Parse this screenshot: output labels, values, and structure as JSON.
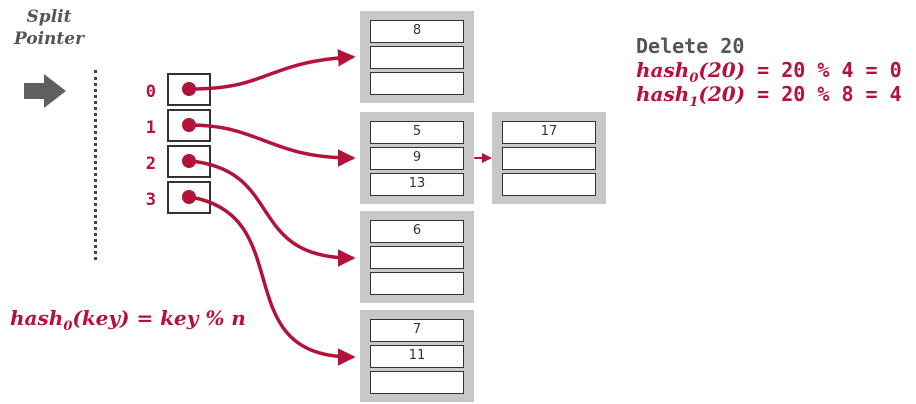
{
  "split_pointer": {
    "line1": "Split",
    "line2": "Pointer"
  },
  "directory": [
    {
      "index": "0"
    },
    {
      "index": "1"
    },
    {
      "index": "2"
    },
    {
      "index": "3"
    }
  ],
  "buckets": [
    {
      "slots": [
        "8",
        "",
        ""
      ]
    },
    {
      "slots": [
        "5",
        "9",
        "13"
      ]
    },
    {
      "slots": [
        "6",
        "",
        ""
      ]
    },
    {
      "slots": [
        "7",
        "11",
        ""
      ]
    }
  ],
  "overflow_bucket": {
    "slots": [
      "17",
      "",
      ""
    ]
  },
  "operation": "Delete 20",
  "hash0_line": {
    "name": "hash",
    "sub": "0",
    "arg": "(20)",
    "eq": " = ",
    "expr": "20 % 4 = 0"
  },
  "hash1_line": {
    "name": "hash",
    "sub": "1",
    "arg": "(20)",
    "eq": " = ",
    "expr": "20 % 8 = 4"
  },
  "formula": {
    "name": "hash",
    "sub": "0",
    "rest": "(key) = key % n"
  },
  "colors": {
    "accent": "#b3123a",
    "bucket_bg": "#c8c8c8",
    "text_gray": "#555555"
  }
}
